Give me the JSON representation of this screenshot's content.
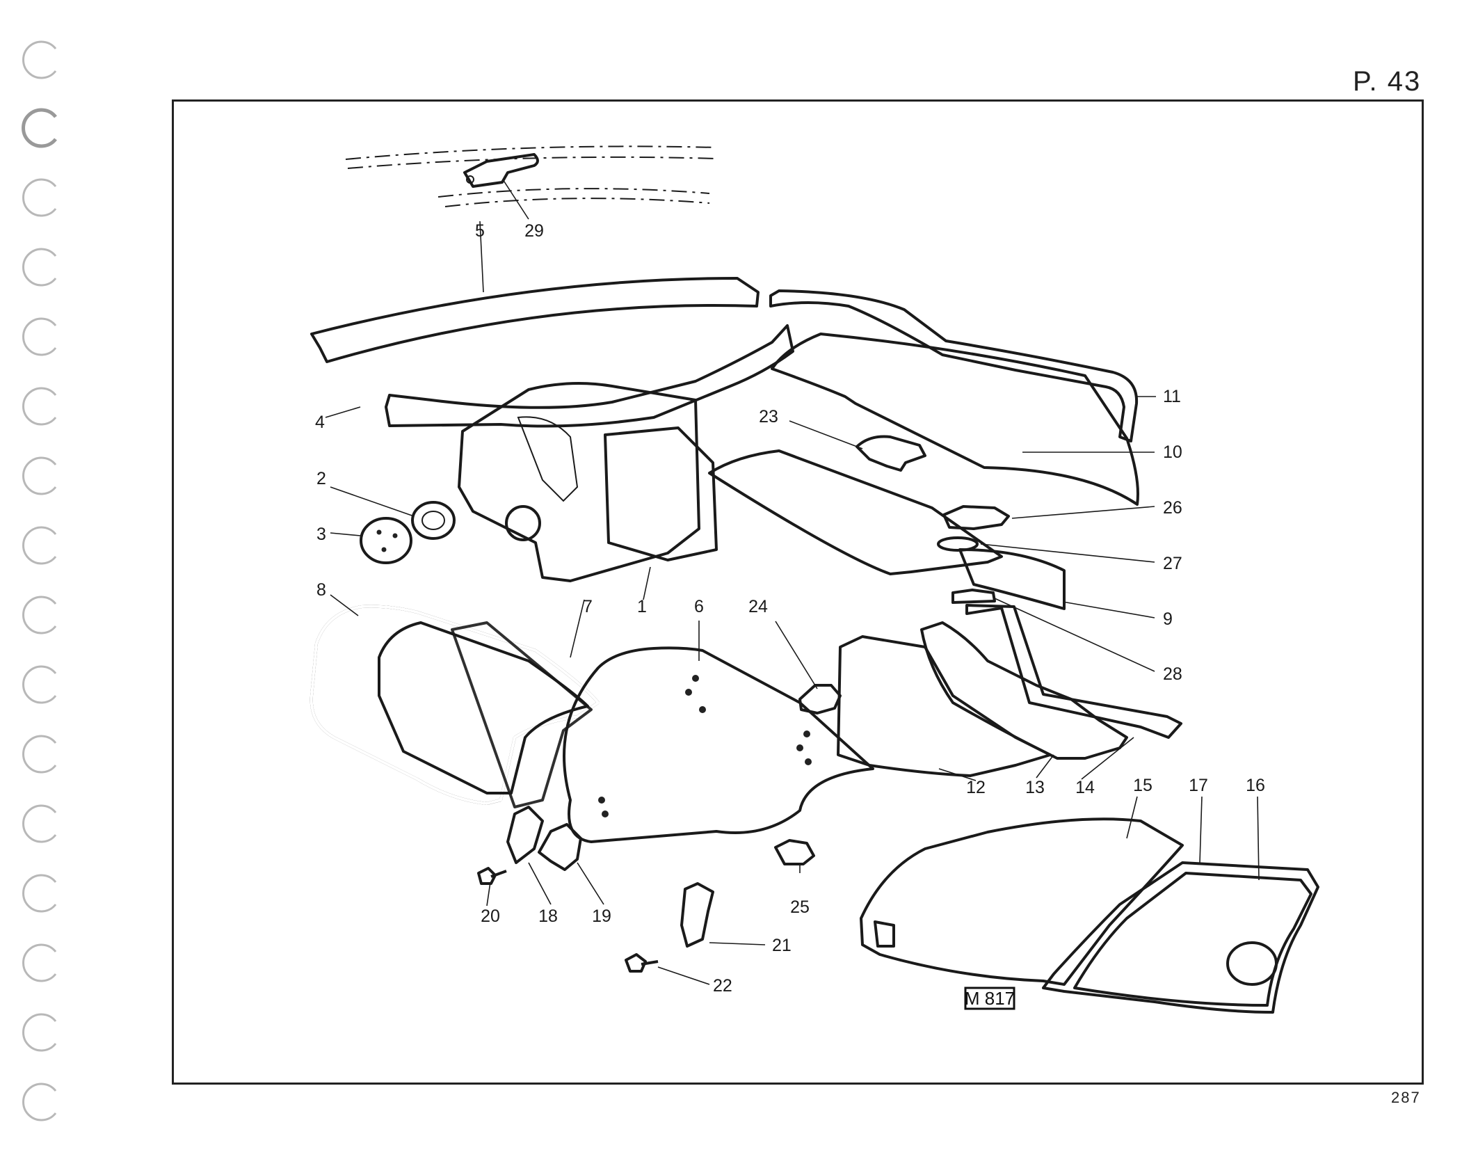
{
  "page": {
    "label": "P. 43",
    "number": "287"
  },
  "figure": {
    "reference": "M 817",
    "callouts": [
      "1",
      "2",
      "3",
      "4",
      "5",
      "6",
      "7",
      "8",
      "9",
      "10",
      "11",
      "12",
      "13",
      "14",
      "15",
      "16",
      "17",
      "18",
      "19",
      "20",
      "21",
      "22",
      "23",
      "24",
      "25",
      "26",
      "27",
      "28",
      "29"
    ]
  },
  "colors": {
    "ink": "#1a1a1a",
    "paper": "#ffffff",
    "felt": "#3a3a3a"
  }
}
